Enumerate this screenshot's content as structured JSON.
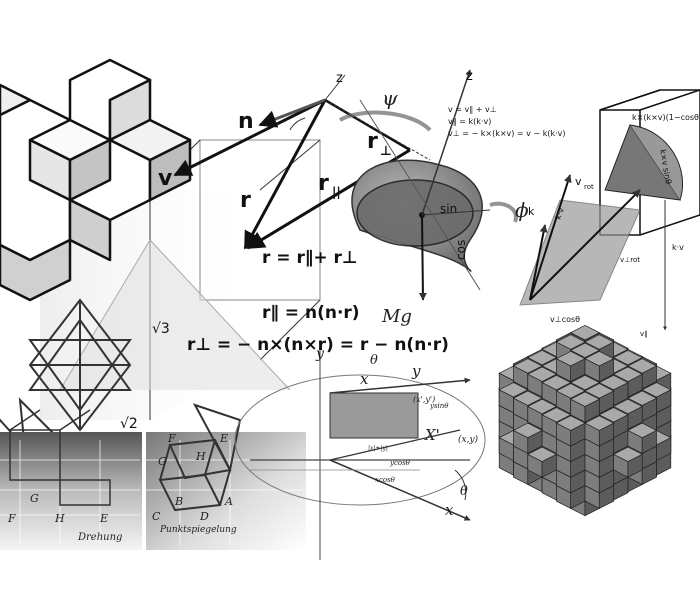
{
  "vectors": {
    "n": "n",
    "v": "v",
    "r": "r",
    "r_par": "r",
    "r_par_sub": "||",
    "r_perp": "r",
    "r_perp_sub": "⊥",
    "psi": "ψ",
    "phi": "ϕ",
    "z1": "z",
    "z2": "z",
    "theta1": "θ",
    "theta2": "θ"
  },
  "equations": {
    "eq1": "r = r∥+ r⊥",
    "eq2": "r∥ = n(n·r)",
    "eq3": "r⊥ = − n×(n×r) = r − n(n·r)",
    "sqrt3": "√3",
    "sqrt2": "√2",
    "mg": "Mg"
  },
  "top_formulas": {
    "line1": "v = v∥ + v⊥",
    "line2": "v∥ = k(k·v)",
    "line3": "v⊥ = − k×(k×v) = v − k(k·v)"
  },
  "spin": {
    "sin": "sin",
    "cos": "cos"
  },
  "right_cube": {
    "formula": "k×(k×v)(1−cosθ)",
    "vrot": "v",
    "vrot_sub": "rot",
    "kv_label": "k·v",
    "k": "k",
    "kv2": "k·v",
    "vcos": "v⊥cosθ",
    "kvsin": "k×v sinθ",
    "vperp_rot": "v⊥rot",
    "v_par": "v∥"
  },
  "coord": {
    "x": "x",
    "y": "y",
    "xprime": "X'",
    "xy_prime": "(x',y')",
    "xy": "(x,y)",
    "ysin": "ysinθ",
    "xcos": "xcosθ",
    "ycos": "ycosθ",
    "abs": "|x|+|y|",
    "x2": "x",
    "x_bottom": "X",
    "y_label": "y"
  },
  "panels": {
    "left_caption": "Drehung",
    "right_caption": "Punktspiegelung",
    "l_F": "F",
    "l_G": "G",
    "l_H": "H",
    "l_E": "E",
    "r_C": "C",
    "r_B": "B",
    "r_A": "A",
    "r_D": "D",
    "r_E": "E",
    "r_F": "F",
    "r_H": "H",
    "r_G": "G"
  }
}
